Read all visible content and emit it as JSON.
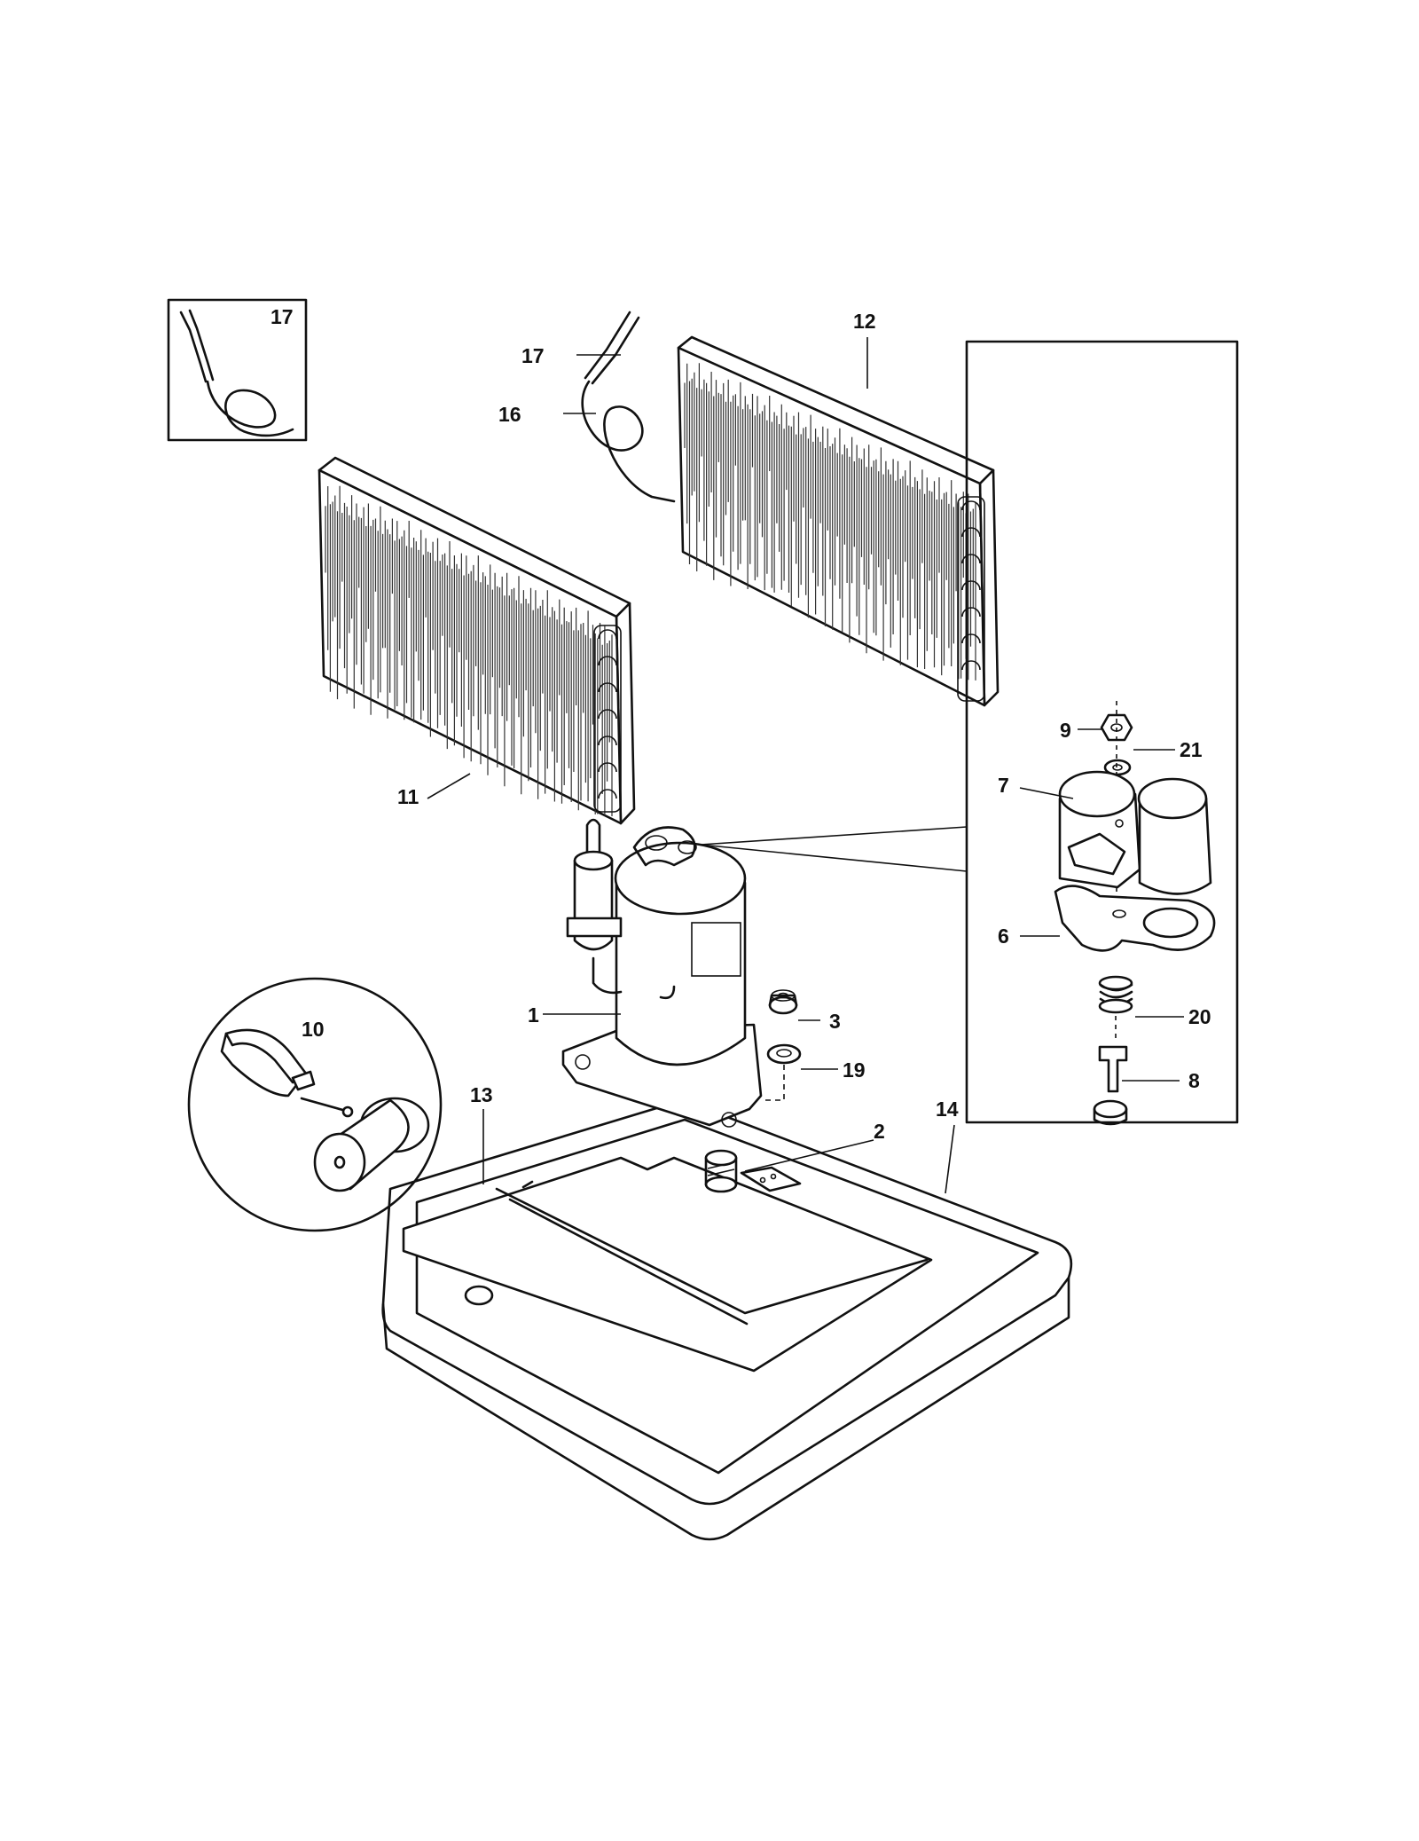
{
  "callouts": {
    "c1": "1",
    "c2": "2",
    "c3": "3",
    "c6": "6",
    "c7": "7",
    "c8": "8",
    "c9": "9",
    "c10": "10",
    "c11": "11",
    "c12": "12",
    "c13": "13",
    "c14": "14",
    "c16": "16",
    "c17_inset": "17",
    "c17": "17",
    "c19": "19",
    "c20": "20",
    "c21": "21"
  },
  "colors": {
    "ink": "#111111",
    "paper": "#ffffff"
  }
}
